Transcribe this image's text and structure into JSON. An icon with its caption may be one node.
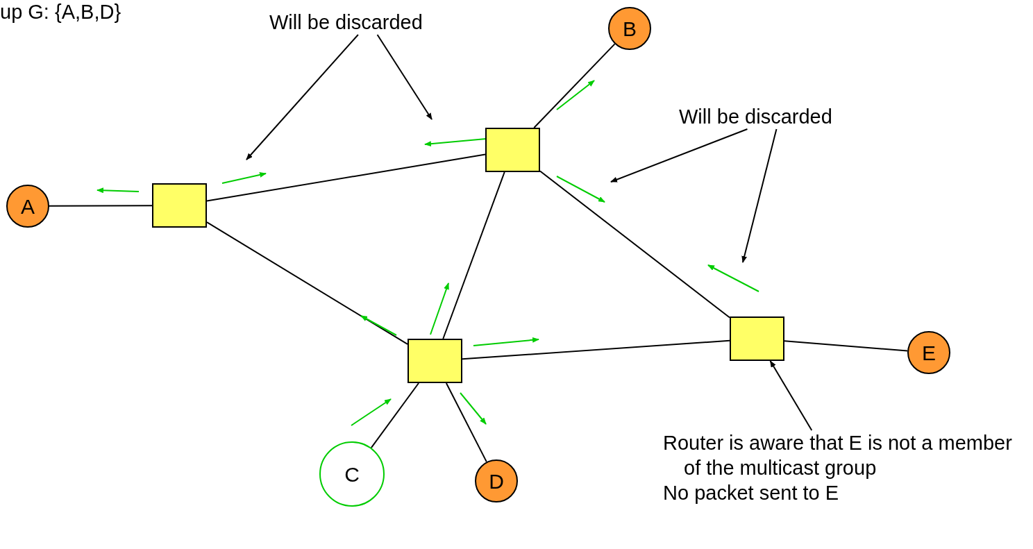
{
  "diagram": {
    "nodes": [
      {
        "text": [
          "A"
        ]
      },
      {
        "text": [],
        "shape": "box"
      },
      {
        "text": [],
        "shape": "box"
      },
      {
        "text": [
          "B"
        ]
      },
      {
        "text": [],
        "shape": "box"
      },
      {
        "text": [],
        "shape": "box"
      },
      {
        "text": [
          "E"
        ]
      },
      {
        "text": [
          "C"
        ]
      },
      {
        "text": [
          "D"
        ]
      },
      {
        "text": [
          "Will be discarded"
        ]
      },
      {
        "text": [
          "Will be discarded"
        ]
      },
      {
        "text": [
          "Router is aware that E is not a member of the multicast group",
          "No packet sent to E"
        ]
      }
    ],
    "edges": [
      {
        "from": 0,
        "to": 1,
        "arrow": "none"
      },
      {
        "from": 1,
        "to": 2,
        "arrow": "none"
      },
      {
        "from": 2,
        "to": 3,
        "arrow": "none"
      },
      {
        "from": 1,
        "to": 4,
        "arrow": "none"
      },
      {
        "from": 2,
        "to": 4,
        "arrow": "none"
      },
      {
        "from": 2,
        "to": 5,
        "arrow": "none"
      },
      {
        "from": 4,
        "to": 5,
        "arrow": "none"
      },
      {
        "from": 5,
        "to": 6,
        "arrow": "none"
      },
      {
        "from": 4,
        "to": 7,
        "arrow": "none"
      },
      {
        "from": 4,
        "to": 8,
        "arrow": "none"
      },
      {
        "from": 9,
        "to": null,
        "arrow": "to"
      },
      {
        "from": 9,
        "to": null,
        "arrow": "to"
      },
      {
        "from": 10,
        "to": null,
        "arrow": "to"
      },
      {
        "from": 10,
        "to": null,
        "arrow": "to"
      },
      {
        "from": 11,
        "to": 5,
        "arrow": "to"
      }
    ],
    "labels": [
      "up G: {A,B,D}"
    ]
  }
}
